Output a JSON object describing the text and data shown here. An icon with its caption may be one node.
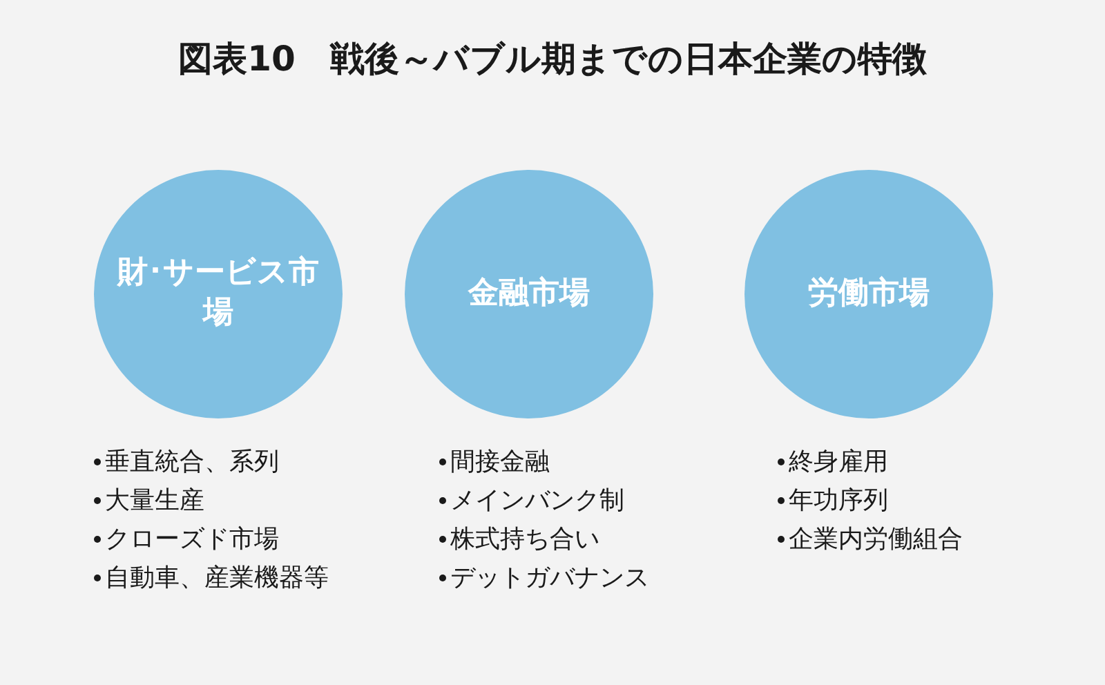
{
  "diagram": {
    "title": "図表10　戦後～バブル期までの日本企業の特徴",
    "nodes": [
      {
        "text": [
          "財･サービス市場"
        ],
        "beside": [
          "垂直統合、系列",
          "大量生産",
          "クローズド市場",
          "自動車、産業機器等"
        ]
      },
      {
        "text": [
          "金融市場"
        ],
        "beside": [
          "間接金融",
          "メインバンク制",
          "株式持ち合い",
          "デットガバナンス"
        ]
      },
      {
        "text": [
          "労働市場"
        ],
        "beside": [
          "終身雇用",
          "年功序列",
          "企業内労働組合"
        ]
      }
    ]
  }
}
